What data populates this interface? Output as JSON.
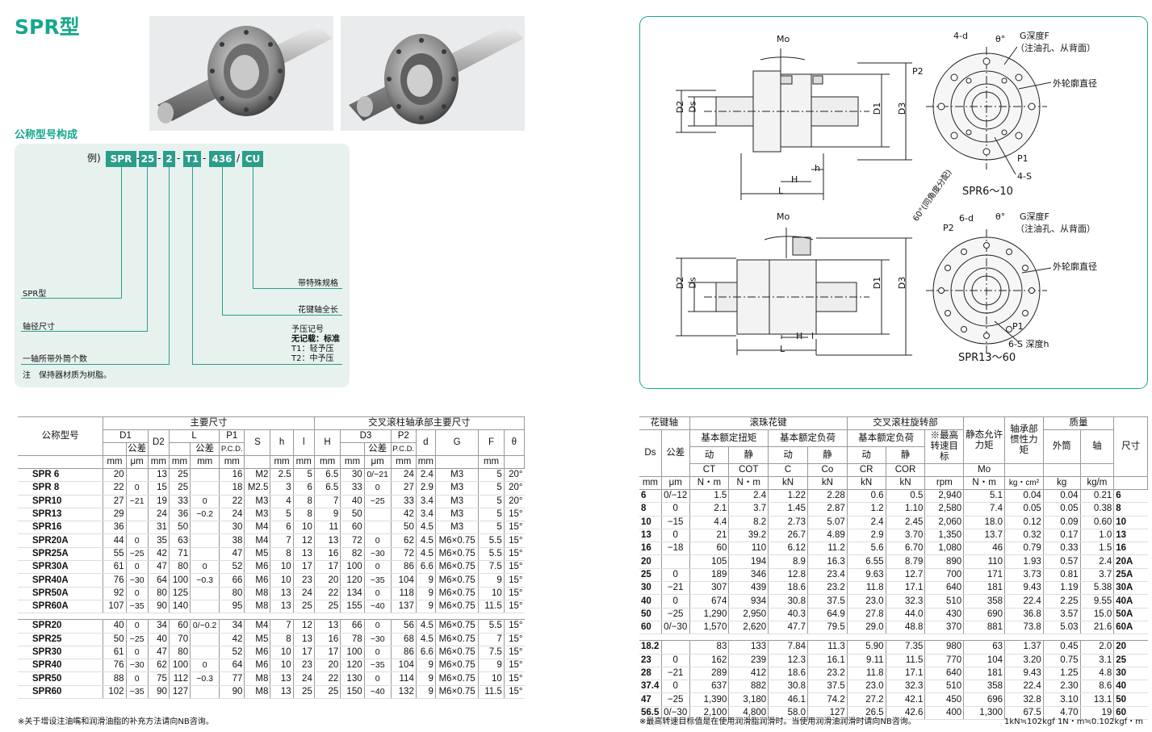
{
  "page": {
    "title": "SPR型",
    "subtitle": "公称型号构成",
    "note_left": "※关于增设注油嘴和润滑油脂的补充方法请向NB咨询。",
    "note_right": "※最高转速目标值是在使用润滑脂润滑时。当使用润滑油润滑时请向NB咨询。",
    "units": "1kN≒102kgf  1N・m≒0.102kgf・m"
  },
  "code": {
    "prefix": "例)",
    "parts": [
      "SPR",
      "25",
      "2",
      "T1",
      "436",
      "CU"
    ],
    "seps": [
      "-",
      "-",
      "-",
      "/"
    ],
    "labels": {
      "type": "SPR型",
      "shaft": "轴径尺寸",
      "count": "一轴所带外筒个数",
      "note": "注　保持器材质为树脂。",
      "special": "带特殊规格",
      "length": "花键轴全长",
      "preload_title": "予压记号",
      "preload_none": "无记载：标准",
      "preload_t1": "T1：轻予压",
      "preload_t2": "T2：中予压"
    }
  },
  "diagram": {
    "mo": "Mo",
    "d2": "D2",
    "ds": "Ds",
    "d1": "D1",
    "d3": "D3",
    "p2": "P2",
    "p1": "P1",
    "l": "L",
    "h": "H",
    "hh": "h",
    "ll": "l",
    "four_d": "4-d",
    "six_d": "6-d",
    "theta": "θ°",
    "g_depth": "G深度F",
    "oil_hole": "（注油孔、从背面）",
    "outer_dia": "外轮廓直径",
    "four_s": "4-S",
    "six_s": "6-S 深度h",
    "spr_a": "SPR6～10",
    "spr_b": "SPR13～60",
    "sixty": "60°(同角度分配)"
  },
  "left_head": {
    "name": "公称型号",
    "main": "主要尺寸",
    "cross": "交叉滚柱轴承部主要尺寸",
    "D1": "D1",
    "tol": "公差",
    "D2": "D2",
    "L": "L",
    "P1": "P1",
    "pcd": "P.C.D.",
    "S": "S",
    "h": "h",
    "l": "l",
    "H": "H",
    "D3": "D3",
    "P2": "P2",
    "d": "d",
    "G": "G",
    "F": "F",
    "theta": "θ",
    "mm": "mm",
    "um": "μm"
  },
  "left_rows1": [
    [
      "SPR 6",
      "20",
      "13",
      "25",
      "16",
      "M2",
      "2.5",
      "5",
      "6.5",
      "30",
      "24",
      "2.4",
      "M3",
      "5",
      "20°"
    ],
    [
      "SPR 8",
      "22",
      "15",
      "25",
      "18",
      "M2.5",
      "3",
      "6",
      "6.5",
      "33",
      "27",
      "2.9",
      "M3",
      "5",
      "20°"
    ],
    [
      "SPR10",
      "27",
      "19",
      "33",
      "22",
      "M3",
      "4",
      "8",
      "7",
      "40",
      "33",
      "3.4",
      "M3",
      "5",
      "20°"
    ],
    [
      "SPR13",
      "29",
      "24",
      "36",
      "24",
      "M3",
      "5",
      "8",
      "9",
      "50",
      "42",
      "3.4",
      "M3",
      "5",
      "15°"
    ],
    [
      "SPR16",
      "36",
      "31",
      "50",
      "30",
      "M4",
      "6",
      "10",
      "11",
      "60",
      "50",
      "4.5",
      "M3",
      "5",
      "15°"
    ],
    [
      "SPR20A",
      "44",
      "35",
      "63",
      "38",
      "M4",
      "7",
      "12",
      "13",
      "72",
      "62",
      "4.5",
      "M6×0.75",
      "5.5",
      "15°"
    ],
    [
      "SPR25A",
      "55",
      "42",
      "71",
      "47",
      "M5",
      "8",
      "13",
      "16",
      "82",
      "72",
      "4.5",
      "M6×0.75",
      "5.5",
      "15°"
    ],
    [
      "SPR30A",
      "61",
      "47",
      "80",
      "52",
      "M6",
      "10",
      "17",
      "17",
      "100",
      "86",
      "6.6",
      "M6×0.75",
      "7.5",
      "15°"
    ],
    [
      "SPR40A",
      "76",
      "64",
      "100",
      "66",
      "M6",
      "10",
      "23",
      "20",
      "120",
      "104",
      "9",
      "M6×0.75",
      "9",
      "15°"
    ],
    [
      "SPR50A",
      "92",
      "80",
      "125",
      "80",
      "M8",
      "13",
      "24",
      "22",
      "134",
      "118",
      "9",
      "M6×0.75",
      "10",
      "15°"
    ],
    [
      "SPR60A",
      "107",
      "90",
      "140",
      "95",
      "M8",
      "13",
      "25",
      "25",
      "155",
      "137",
      "9",
      "M6×0.75",
      "11.5",
      "15°"
    ]
  ],
  "left_rows2": [
    [
      "SPR20",
      "40",
      "34",
      "60",
      "34",
      "M4",
      "7",
      "12",
      "13",
      "66",
      "56",
      "4.5",
      "M6×0.75",
      "5.5",
      "15°"
    ],
    [
      "SPR25",
      "50",
      "40",
      "70",
      "42",
      "M5",
      "8",
      "13",
      "16",
      "78",
      "68",
      "4.5",
      "M6×0.75",
      "7",
      "15°"
    ],
    [
      "SPR30",
      "61",
      "47",
      "80",
      "52",
      "M6",
      "10",
      "17",
      "17",
      "100",
      "86",
      "6.6",
      "M6×0.75",
      "7.5",
      "15°"
    ],
    [
      "SPR40",
      "76",
      "62",
      "100",
      "64",
      "M6",
      "10",
      "23",
      "20",
      "120",
      "104",
      "9",
      "M6×0.75",
      "9",
      "15°"
    ],
    [
      "SPR50",
      "88",
      "75",
      "112",
      "77",
      "M8",
      "13",
      "24",
      "22",
      "130",
      "114",
      "9",
      "M6×0.75",
      "10",
      "15°"
    ],
    [
      "SPR60",
      "102",
      "90",
      "127",
      "90",
      "M8",
      "13",
      "25",
      "25",
      "150",
      "132",
      "9",
      "M6×0.75",
      "11.5",
      "15°"
    ]
  ],
  "left_tol": {
    "d1a": "0",
    "d1b": "−21",
    "d1c": "0",
    "d1d": "−25",
    "d1e": "0",
    "d1f": "−30",
    "d1g": "0",
    "d1h": "−35",
    "l_a": "0",
    "l_b": "−0.2",
    "l_c": "0",
    "l_d": "−0.3",
    "d3a": "0/−21",
    "d3b": "0",
    "d3c": "−25",
    "d3d": "0",
    "d3e": "−30",
    "d3f": "0",
    "d3g": "−35",
    "d3h": "0",
    "d3i": "−40",
    "d1_2a": "0",
    "d1_2b": "−25",
    "d1_2c": "0",
    "d1_2d": "−30",
    "d1_2e": "0",
    "d1_2f": "−35",
    "l2a": "0/−0.2",
    "l2b": "0",
    "l2c": "−0.3",
    "d3_2a": "0",
    "d3_2b": "−30",
    "d3_2c": "0",
    "d3_2d": "−35",
    "d3_2e": "0",
    "d3_2f": "−40"
  },
  "right_head": {
    "shaft": "花键轴",
    "ds": "Ds",
    "tol": "公差",
    "ball": "滚珠花键",
    "torque": "基本额定扭矩",
    "load": "基本额定负荷",
    "dyn": "动",
    "sta": "静",
    "ct": "CT",
    "cot": "COT",
    "c": "C",
    "co": "Co",
    "cross": "交叉滚柱旋转部",
    "cload": "基本额定负荷",
    "cr": "CR",
    "cor": "COR",
    "speed": "※最高转速目标",
    "rpm": "rpm",
    "moment": "静态允许力矩",
    "mo": "Mo",
    "inertia": "轴承部惯性力矩",
    "mass": "质量",
    "outer": "外筒",
    "axis": "轴",
    "size": "尺寸",
    "mm": "mm",
    "um": "μm",
    "nm": "N・m",
    "kn": "kN",
    "kgm2": "kg・cm²",
    "kg": "kg",
    "kgm": "kg/m"
  },
  "right_rows1": [
    [
      "6",
      "0/−12",
      "1.5",
      "2.4",
      "1.22",
      "2.28",
      "0.6",
      "0.5",
      "2,940",
      "5.1",
      "0.04",
      "0.04",
      "0.21",
      "6"
    ],
    [
      "8",
      "0",
      "2.1",
      "3.7",
      "1.45",
      "2.87",
      "1.2",
      "1.10",
      "2,580",
      "7.4",
      "0.05",
      "0.05",
      "0.38",
      "8"
    ],
    [
      "10",
      "−15",
      "4.4",
      "8.2",
      "2.73",
      "5.07",
      "2.4",
      "2.45",
      "2,060",
      "18.0",
      "0.12",
      "0.09",
      "0.60",
      "10"
    ],
    [
      "13",
      "0",
      "21",
      "39.2",
      "26.7",
      "4.89",
      "2.9",
      "3.70",
      "1,350",
      "13.7",
      "0.32",
      "0.17",
      "1.0",
      "13"
    ],
    [
      "16",
      "−18",
      "60",
      "110",
      "6.12",
      "11.2",
      "5.6",
      "6.70",
      "1,080",
      "46",
      "0.79",
      "0.33",
      "1.5",
      "16"
    ],
    [
      "20",
      "",
      "105",
      "194",
      "8.9",
      "16.3",
      "6.55",
      "8.79",
      "890",
      "110",
      "1.93",
      "0.57",
      "2.4",
      "20A"
    ],
    [
      "25",
      "",
      "189",
      "346",
      "12.8",
      "23.4",
      "9.63",
      "12.7",
      "700",
      "171",
      "3.73",
      "0.81",
      "3.7",
      "25A"
    ],
    [
      "30",
      "",
      "307",
      "439",
      "18.6",
      "23.2",
      "11.8",
      "17.1",
      "640",
      "181",
      "9.43",
      "1.19",
      "5.38",
      "30A"
    ],
    [
      "40",
      "0",
      "674",
      "934",
      "30.8",
      "37.5",
      "23.0",
      "32.3",
      "510",
      "358",
      "22.4",
      "2.25",
      "9.55",
      "40A"
    ],
    [
      "50",
      "−25",
      "1,290",
      "2,950",
      "40.3",
      "64.9",
      "27.8",
      "44.0",
      "430",
      "690",
      "36.8",
      "3.57",
      "15.0",
      "50A"
    ],
    [
      "60",
      "0/−30",
      "1,570",
      "2,620",
      "47.7",
      "79.5",
      "29.0",
      "48.8",
      "370",
      "881",
      "73.8",
      "5.03",
      "21.6",
      "60A"
    ]
  ],
  "right_rows2": [
    [
      "18.2",
      "",
      "83",
      "133",
      "7.84",
      "11.3",
      "5.90",
      "7.35",
      "980",
      "63",
      "1.37",
      "0.45",
      "2.0",
      "20"
    ],
    [
      "23",
      "",
      "162",
      "239",
      "12.3",
      "16.1",
      "9.11",
      "11.5",
      "770",
      "104",
      "3.20",
      "0.75",
      "3.1",
      "25"
    ],
    [
      "28",
      "",
      "289",
      "412",
      "18.6",
      "23.2",
      "11.8",
      "17.1",
      "640",
      "181",
      "9.43",
      "1.25",
      "4.8",
      "30"
    ],
    [
      "37.4",
      "0",
      "637",
      "882",
      "30.8",
      "37.5",
      "23.0",
      "32.3",
      "510",
      "358",
      "22.4",
      "2.30",
      "8.6",
      "40"
    ],
    [
      "47",
      "−25",
      "1,390",
      "3,180",
      "46.1",
      "74.2",
      "27.2",
      "42.1",
      "450",
      "696",
      "32.8",
      "3.10",
      "13.1",
      "50"
    ],
    [
      "56.5",
      "0/−30",
      "2,100",
      "4,800",
      "58.0",
      "127",
      "26.5",
      "42.6",
      "400",
      "1,300",
      "67.5",
      "4.70",
      "19",
      "60"
    ]
  ],
  "right_tol": {
    "a": "0",
    "b": "−21",
    "c": "0",
    "d": "−21"
  }
}
